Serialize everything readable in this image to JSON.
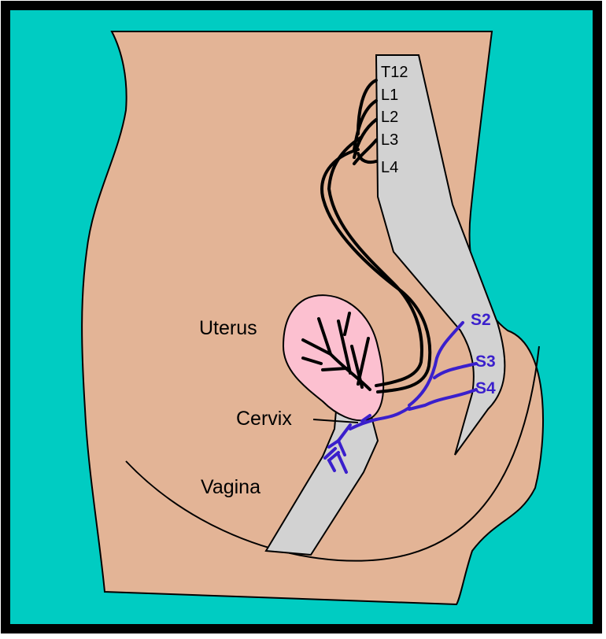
{
  "colors": {
    "background": "#00CCC2",
    "body": "#E3B496",
    "spine": "#D2D2D2",
    "uterus": "#FCC0D0",
    "sympathetic_nerve": "#000000",
    "parasympathetic_nerve": "#3A1FCC"
  },
  "labels": {
    "uterus": "Uterus",
    "cervix": "Cervix",
    "vagina": "Vagina"
  },
  "vertebrae": {
    "t12": "T12",
    "l1": "L1",
    "l2": "L2",
    "l3": "L3",
    "l4": "L4"
  },
  "sacral": {
    "s2": "S2",
    "s3": "S3",
    "s4": "S4"
  }
}
